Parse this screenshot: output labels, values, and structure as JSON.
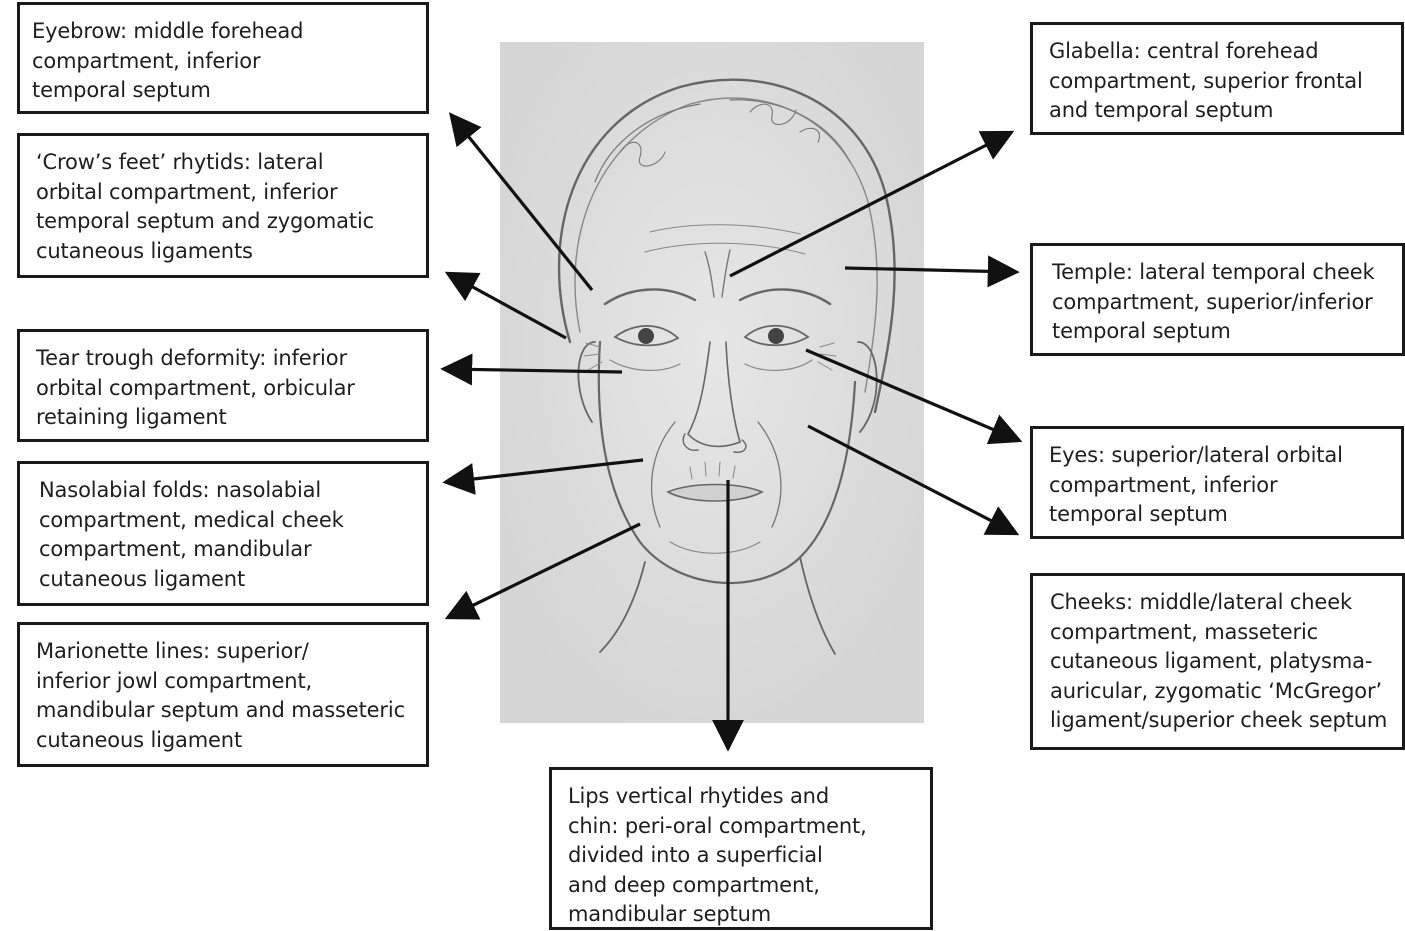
{
  "colors": {
    "box_border": "#1a1a1a",
    "text": "#1e1e1e",
    "arrow": "#111111",
    "sketch_background": "#dedede",
    "pencil": "#555555"
  },
  "labels": {
    "eyebrow": {
      "lines": [
        "Eyebrow:  middle forehead",
        "compartment, inferior",
        "temporal septum"
      ]
    },
    "crows_feet": {
      "lines": [
        "‘Crow’s feet’ rhytids: lateral",
        "orbital compartment, inferior",
        "temporal septum and zygomatic",
        "cutaneous ligaments"
      ]
    },
    "tear_trough": {
      "lines": [
        "Tear trough deformity: inferior",
        "orbital compartment, orbicular",
        "retaining ligament"
      ]
    },
    "nasolabial": {
      "lines": [
        "Nasolabial folds: nasolabial",
        "compartment, medical cheek",
        "compartment, mandibular",
        "cutaneous ligament"
      ]
    },
    "marionette": {
      "lines": [
        "Marionette lines: superior/",
        "inferior jowl compartment,",
        "mandibular septum and masseteric",
        "cutaneous ligament"
      ]
    },
    "lips": {
      "lines": [
        "Lips vertical rhytides and",
        "chin: peri-oral compartment,",
        "divided into a superficial",
        "and deep compartment,",
        "mandibular septum"
      ]
    },
    "glabella": {
      "lines": [
        "Glabella: central forehead",
        "compartment, superior frontal",
        "and temporal septum"
      ]
    },
    "temple": {
      "lines": [
        "Temple: lateral temporal cheek",
        "compartment, superior/inferior",
        "temporal septum"
      ]
    },
    "eyes": {
      "lines": [
        "Eyes: superior/lateral orbital",
        "compartment, inferior",
        "temporal septum"
      ]
    },
    "cheeks": {
      "lines": [
        "Cheeks: middle/lateral cheek",
        "compartment, masseteric",
        "cutaneous ligament, platysma-",
        "auricular, zygomatic ‘McGregor’",
        "ligament/superior cheek septum"
      ]
    }
  }
}
